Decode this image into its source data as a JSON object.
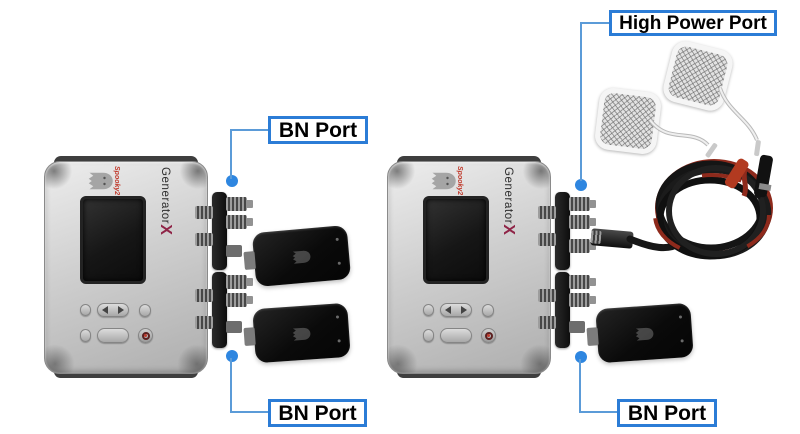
{
  "callouts": {
    "bn_top_left": {
      "label": "BN Port"
    },
    "high_power": {
      "label": "High Power Port"
    },
    "bn_bottom_left": {
      "label": "BN Port"
    },
    "bn_bottom_right": {
      "label": "BN Port"
    }
  },
  "device": {
    "brand": "Generator",
    "brand_accent": "X",
    "logo_text": "Spooky2"
  },
  "colors": {
    "callout_border": "#2b7cd6",
    "callout_line": "#5b9bd8",
    "callout_dot": "#2e86e0",
    "brand_accent": "#8f2447",
    "logo_red": "#c0392b",
    "connector_red": "#b23a20",
    "cable_black": "#161616"
  }
}
